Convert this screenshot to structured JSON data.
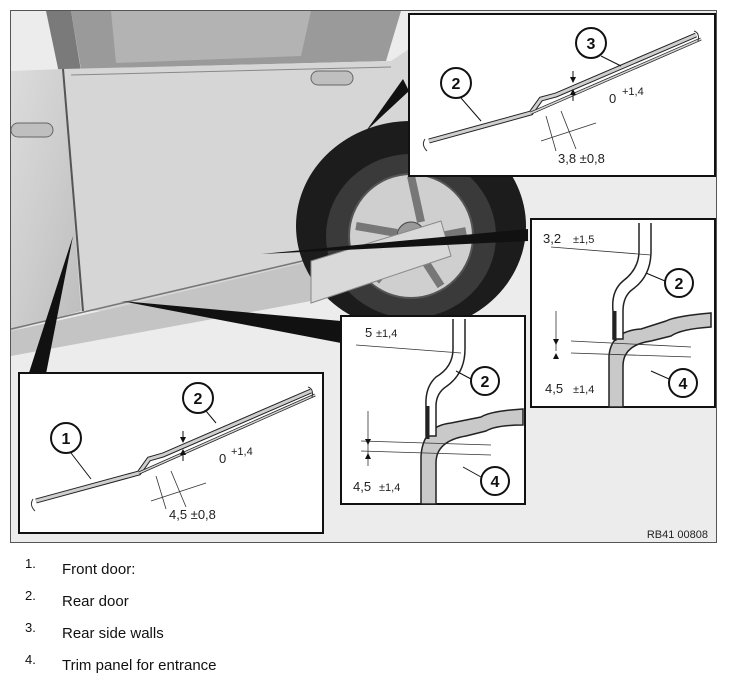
{
  "figure": {
    "code": "RB41 00808",
    "callouts": {
      "front_door": "1",
      "rear_door": "2",
      "rear_side_wall": "3",
      "trim_panel": "4"
    },
    "dimensions": {
      "top_gap": "0 +1,4",
      "top_gap_value": "0",
      "top_gap_tol": "+1,4",
      "top_overlap": "3,8 ±0,8",
      "bottom_gap_value": "0",
      "bottom_gap_tol": "+1,4",
      "bottom_overlap": "4,5 ±0,8",
      "mid_left_top_value": "5",
      "mid_left_top_tol": "±1,4",
      "mid_left_bottom_value": "4,5",
      "mid_left_bottom_tol": "±1,4",
      "mid_right_top_value": "3,2",
      "mid_right_top_tol": "±1,5",
      "mid_right_bottom_value": "4,5",
      "mid_right_bottom_tol": "±1,4"
    }
  },
  "legend": [
    {
      "num": "1.",
      "label": "Front door:"
    },
    {
      "num": "2.",
      "label": "Rear door"
    },
    {
      "num": "3.",
      "label": "Rear side walls"
    },
    {
      "num": "4.",
      "label": "Trim panel for entrance"
    }
  ]
}
